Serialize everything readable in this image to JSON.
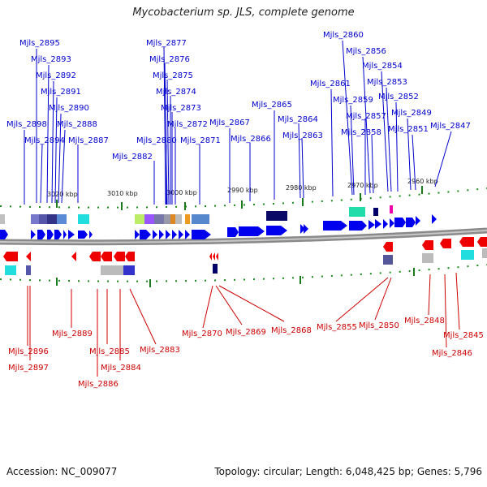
{
  "title": "Mycobacterium sp. JLS, complete genome",
  "footer": {
    "accession": "Accession: NC_009077",
    "stats": "Topology: circular; Length: 6,048,425 bp; Genes: 5,796"
  },
  "colors": {
    "forward": "#0000ee",
    "reverse": "#ee0000",
    "backbone": "#999999",
    "tick": "#1a7a1a",
    "label_forward": "#0000cc",
    "label_reverse": "#cc0000"
  },
  "scale_ticks": [
    "3020 kbp",
    "3010 kbp",
    "3000 kbp",
    "2990 kbp",
    "2980 kbp",
    "2970 kbp",
    "2960 kbp"
  ],
  "forward_labels": [
    "Mjls_2895",
    "Mjls_2893",
    "Mjls_2892",
    "Mjls_2891",
    "Mjls_2890",
    "Mjls_2888",
    "Mjls_2898",
    "Mjls_2894",
    "Mjls_2887",
    "Mjls_2877",
    "Mjls_2876",
    "Mjls_2875",
    "Mjls_2874",
    "Mjls_2873",
    "Mjls_2872",
    "Mjls_2882",
    "Mjls_2880",
    "Mjls_2871",
    "Mjls_2867",
    "Mjls_2866",
    "Mjls_2865",
    "Mjls_2864",
    "Mjls_2863",
    "Mjls_2860",
    "Mjls_2856",
    "Mjls_2854",
    "Mjls_2861",
    "Mjls_2853",
    "Mjls_2859",
    "Mjls_2852",
    "Mjls_2857",
    "Mjls_2849",
    "Mjls_2858",
    "Mjls_2851",
    "Mjls_2847"
  ],
  "reverse_labels": [
    "Mjls_2896",
    "Mjls_2897",
    "Mjls_2889",
    "Mjls_2886",
    "Mjls_2885",
    "Mjls_2884",
    "Mjls_2883",
    "Mjls_2870",
    "Mjls_2869",
    "Mjls_2868",
    "Mjls_2855",
    "Mjls_2850",
    "Mjls_2848",
    "Mjls_2846",
    "Mjls_2845"
  ]
}
